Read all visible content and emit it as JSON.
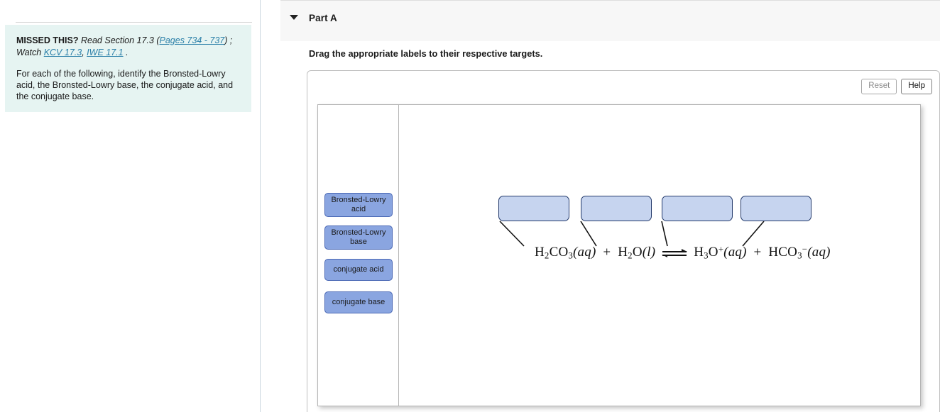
{
  "sidebar": {
    "hint": {
      "missed_label": "MISSED THIS?",
      "read_text": "Read Section 17.3 (",
      "pages_link": "Pages 734 - 737",
      "read_tail": ") ;",
      "watch_label": "Watch",
      "kcv_link": "KCV 17.3",
      "comma": ",",
      "iwe_link": "IWE 17.1",
      "period": ".",
      "body": "For each of the following, identify the Bronsted-Lowry acid, the Bronsted-Lowry base, the conjugate acid, and the conjugate base."
    }
  },
  "main": {
    "part": {
      "title": "Part A",
      "caret_icon": "chevron-down-icon"
    },
    "instruction": "Drag the appropriate labels to their respective targets.",
    "toolbar": {
      "reset_label": "Reset",
      "help_label": "Help"
    },
    "label_bank": {
      "items": [
        {
          "id": "bronsted-lowry-acid",
          "text": "Bronsted-Lowry acid"
        },
        {
          "id": "bronsted-lowry-base",
          "text": "Bronsted-Lowry base"
        },
        {
          "id": "conjugate-acid",
          "text": "conjugate acid"
        },
        {
          "id": "conjugate-base",
          "text": "conjugate base"
        }
      ]
    },
    "drop_targets": [
      {
        "id": "target-1",
        "value": ""
      },
      {
        "id": "target-2",
        "value": ""
      },
      {
        "id": "target-3",
        "value": ""
      },
      {
        "id": "target-4",
        "value": ""
      }
    ],
    "equation": {
      "plain": "H2CO3(aq) + H2O(l) ⇌ H3O+(aq) + HCO3-(aq)",
      "species": [
        {
          "formula": "H2CO3",
          "state": "aq"
        },
        {
          "operator": "+"
        },
        {
          "formula": "H2O",
          "state": "l"
        },
        {
          "operator": "equilibrium-arrow"
        },
        {
          "formula": "H3O+",
          "state": "aq"
        },
        {
          "operator": "+"
        },
        {
          "formula": "HCO3-",
          "state": "aq"
        }
      ]
    }
  },
  "colors": {
    "hint_bg": "#e6f4f2",
    "link": "#2a7fa8",
    "drag_label_fill": "#8aa5e0",
    "drag_label_border": "#4a68b5",
    "drop_target_fill": "#c6d4ef",
    "drop_target_border": "#243a6b",
    "header_bg": "#f7f7f7"
  }
}
